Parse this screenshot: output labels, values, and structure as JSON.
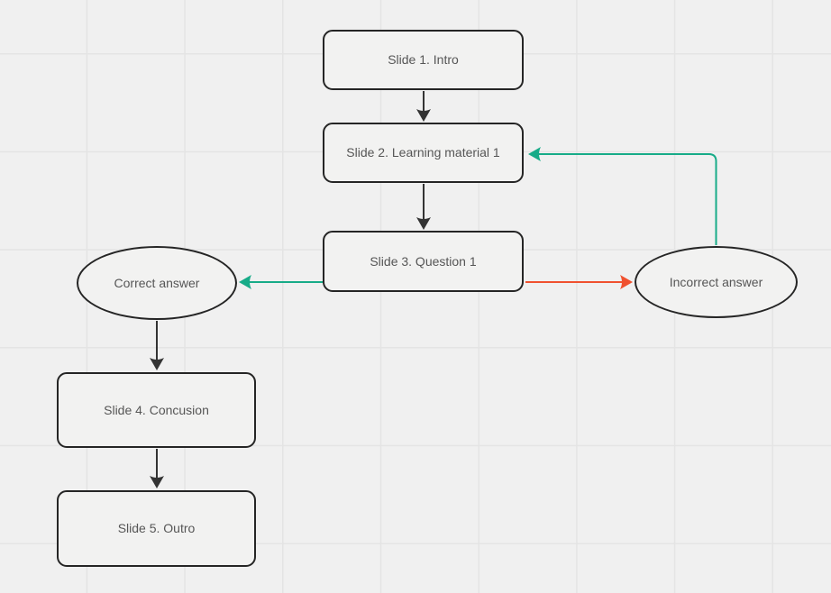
{
  "app": {
    "view": "flowchart-canvas"
  },
  "colors": {
    "background": "#f0f0f0",
    "grid": "#e4e4e4",
    "node_fill": "#f2f2f1",
    "node_border": "#252525",
    "text": "#565656",
    "connector_default": "#333333",
    "connector_success": "#17ab88",
    "connector_failure": "#f0512f"
  },
  "nodes": [
    {
      "id": "slide1",
      "shape": "rounded-rect",
      "label": "Slide 1. Intro"
    },
    {
      "id": "slide2",
      "shape": "rounded-rect",
      "label": "Slide 2. Learning material 1"
    },
    {
      "id": "slide3",
      "shape": "rounded-rect",
      "label": "Slide 3. Question 1"
    },
    {
      "id": "correct",
      "shape": "ellipse",
      "label": "Correct answer"
    },
    {
      "id": "incorrect",
      "shape": "ellipse",
      "label": "Incorrect answer"
    },
    {
      "id": "slide4",
      "shape": "rounded-rect",
      "label": "Slide 4. Concusion"
    },
    {
      "id": "slide5",
      "shape": "rounded-rect",
      "label": "Slide 5. Outro"
    }
  ],
  "edges": [
    {
      "from": "slide1",
      "to": "slide2",
      "color_role": "default"
    },
    {
      "from": "slide2",
      "to": "slide3",
      "color_role": "default"
    },
    {
      "from": "slide3",
      "to": "correct",
      "color_role": "success"
    },
    {
      "from": "slide3",
      "to": "incorrect",
      "color_role": "failure"
    },
    {
      "from": "incorrect",
      "to": "slide2",
      "color_role": "success"
    },
    {
      "from": "correct",
      "to": "slide4",
      "color_role": "default"
    },
    {
      "from": "slide4",
      "to": "slide5",
      "color_role": "default"
    }
  ]
}
